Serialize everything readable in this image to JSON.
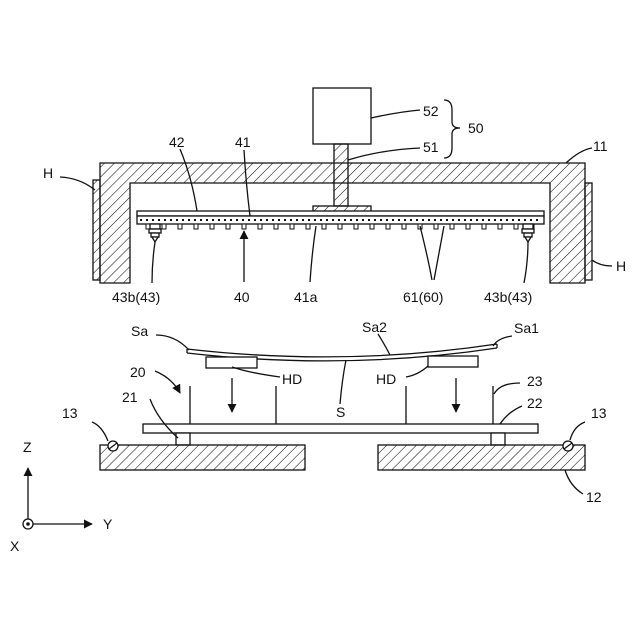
{
  "labels": {
    "unit_52": "52",
    "unit_51": "51",
    "unit_50": "50",
    "frame_11": "11",
    "heater_left": "H",
    "heater_right": "H",
    "plate_42": "42",
    "plate_41": "41",
    "nozzle_left": "43b(43)",
    "nozzle_right": "43b(43)",
    "head_40": "40",
    "face_41a": "41a",
    "holes_61": "61(60)",
    "sheet_sa": "Sa",
    "sheet_sa2": "Sa2",
    "sheet_sa1": "Sa1",
    "holder_left": "HD",
    "holder_right": "HD",
    "table_20": "20",
    "table_21": "21",
    "sheet_s": "S",
    "pins_23": "23",
    "plate_22": "22",
    "screw_left": "13",
    "screw_right": "13",
    "base_12": "12",
    "axis_z": "Z",
    "axis_y": "Y",
    "axis_x": "X"
  }
}
